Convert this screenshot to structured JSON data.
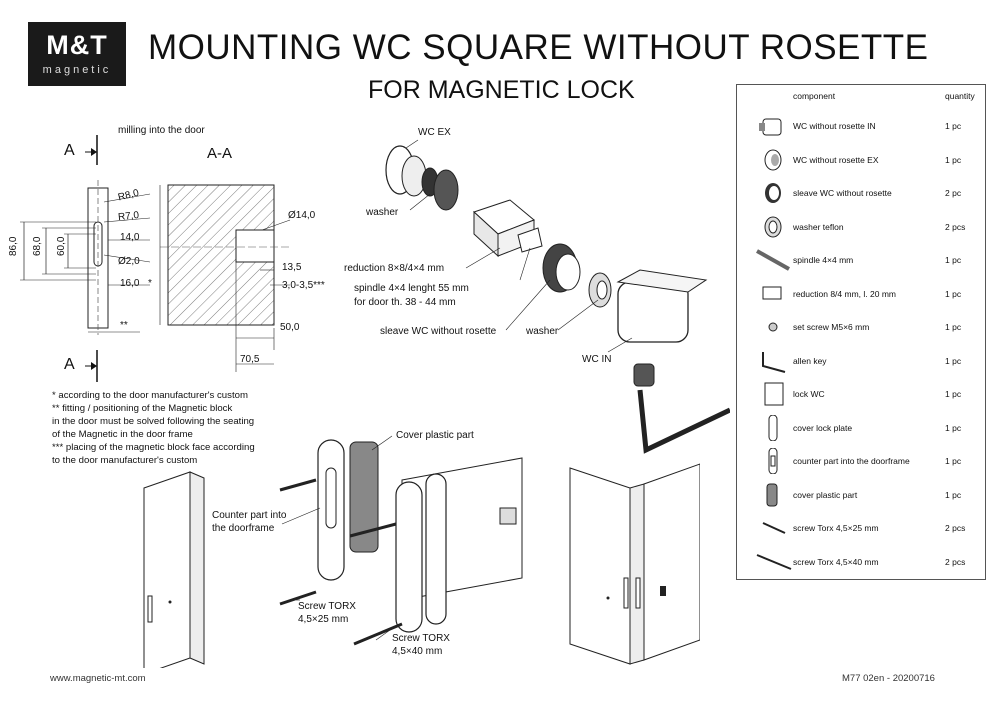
{
  "logo": {
    "brand": "M&T",
    "sub": "magnetic"
  },
  "title": {
    "line1": "MOUNTING WC SQUARE WITHOUT ROSETTE",
    "line2": "FOR MAGNETIC LOCK"
  },
  "section": {
    "label_a_top": "A",
    "label_a_bottom": "A",
    "label_aa": "A-A",
    "milling": "milling into the door",
    "dims": {
      "d86": "86,0",
      "d68": "68,0",
      "d60": "60,0",
      "r8": "R8,0",
      "r7": "R7,0",
      "d14": "14,0",
      "phi2": "Ø2,0",
      "d16": "16,0",
      "star": "*",
      "dstar2": "**",
      "phi14": "Ø14,0",
      "d13": "13,5",
      "d3": "3,0-3,5***",
      "d50": "50,0",
      "d70": "70,5"
    }
  },
  "notes": [
    "*   according to the door manufacturer's custom",
    "** fitting / positioning of the Magnetic block",
    "in the door must be solved following the seating",
    "of the Magnetic in the door frame",
    "*** placing of the magnetic block face according",
    "to the door manufacturer's custom"
  ],
  "exploded": {
    "wc_ex": "WC EX",
    "washer1": "washer",
    "reduction": "reduction 8×8/4×4 mm",
    "spindle1": "spindle 4×4 lenght 55 mm",
    "spindle2": "for door th. 38 - 44 mm",
    "sleave": "sleave WC without rosette",
    "washer2": "washer",
    "wc_in": "WC IN"
  },
  "lock": {
    "cover_plastic": "Cover plastic part",
    "counter1": "Counter part into",
    "counter2": "the doorframe",
    "screw1a": "Screw TORX",
    "screw1b": "4,5×25 mm",
    "screw2a": "Screw TORX",
    "screw2b": "4,5×40 mm"
  },
  "parts": {
    "header_component": "component",
    "header_quantity": "quantity",
    "items": [
      {
        "icon": "wc-in-icon",
        "name": "WC without rosette IN",
        "qty": "1 pc"
      },
      {
        "icon": "wc-ex-icon",
        "name": "WC without rosette EX",
        "qty": "1 pc"
      },
      {
        "icon": "sleave-icon",
        "name": "sleave WC without rosette",
        "qty": "2 pc"
      },
      {
        "icon": "washer-icon",
        "name": "washer teflon",
        "qty": "2 pcs"
      },
      {
        "icon": "spindle-icon",
        "name": "spindle 4×4 mm",
        "qty": "1 pc"
      },
      {
        "icon": "reduction-icon",
        "name": "reduction 8/4 mm, l. 20 mm",
        "qty": "1 pc"
      },
      {
        "icon": "set-screw-icon",
        "name": "set screw M5×6 mm",
        "qty": "1 pc"
      },
      {
        "icon": "allen-key-icon",
        "name": "allen key",
        "qty": "1 pc"
      },
      {
        "icon": "lock-icon",
        "name": "lock WC",
        "qty": "1 pc"
      },
      {
        "icon": "cover-plate-icon",
        "name": "cover lock plate",
        "qty": "1 pc"
      },
      {
        "icon": "counter-part-icon",
        "name": "counter part into the doorframe",
        "qty": "1 pc"
      },
      {
        "icon": "cover-plastic-icon",
        "name": "cover plastic part",
        "qty": "1 pc"
      },
      {
        "icon": "screw-short-icon",
        "name": "screw Torx 4,5×25 mm",
        "qty": "2 pcs"
      },
      {
        "icon": "screw-long-icon",
        "name": "screw Torx 4,5×40 mm",
        "qty": "2 pcs"
      }
    ]
  },
  "footer": {
    "url": "www.magnetic-mt.com",
    "code": "M77 02en - 20200716"
  }
}
